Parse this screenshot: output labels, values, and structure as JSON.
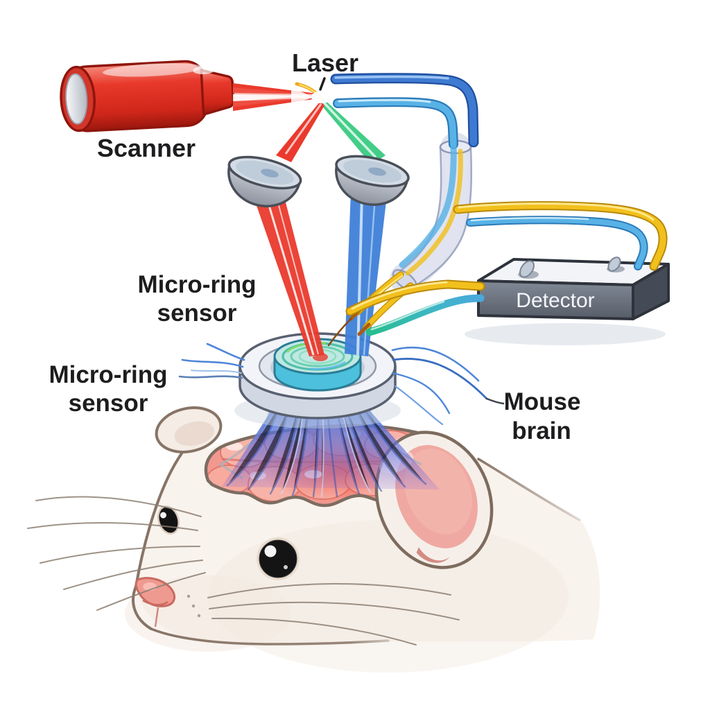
{
  "figure": {
    "type": "scientific-illustration",
    "description": "Laser scanner system focusing light through mirrors onto a micro-ring sensor implanted over an exposed mouse brain, with optical fibers leading to a detector box",
    "labels": {
      "laser": "Laser",
      "scanner": "Scanner",
      "micro_ring_sensor_top": {
        "line1": "Micro-ring",
        "line2": "sensor"
      },
      "micro_ring_sensor_left": {
        "line1": "Micro-ring",
        "line2": "sensor"
      },
      "detector": "Detector",
      "mouse_brain": {
        "line1": "Mouse",
        "line2": "brain"
      }
    },
    "colors": {
      "laser_body_red": "#e23327",
      "beam_red": "#ea3a2d",
      "beam_green": "#43cd88",
      "beam_blue": "#3f80d8",
      "tube_blue_dark": "#3f7ad2",
      "tube_blue_light": "#58b2e6",
      "fiber_yellow": "#f2c01c",
      "fiber_teal": "#27bd8e",
      "mirror_gray": "#b8bdc5",
      "detector_gray": "#6d7582",
      "sensor_teal": "#54c6e0",
      "brain_pink": "#f2988e",
      "fur_cream": "#f9f3ed",
      "ear_pink": "#efa9a2"
    }
  }
}
